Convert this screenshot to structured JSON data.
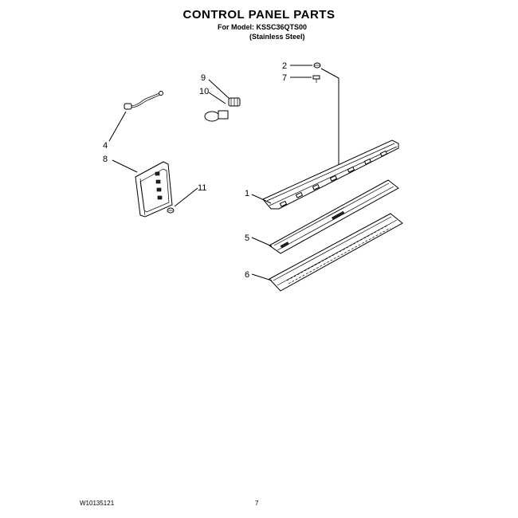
{
  "header": {
    "title": "CONTROL PANEL PARTS",
    "model_line": "For Model: KSSC36QTS00",
    "variant": "(Stainless Steel)"
  },
  "callouts": [
    "1",
    "2",
    "4",
    "5",
    "6",
    "7",
    "8",
    "9",
    "10",
    "11"
  ],
  "footer": {
    "doc_code": "W10135121",
    "page_number": "7"
  }
}
